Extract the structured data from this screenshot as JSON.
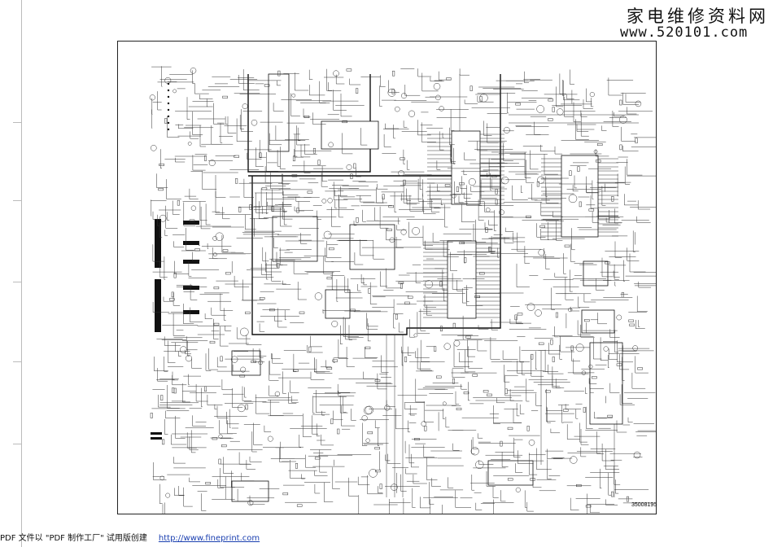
{
  "watermark": {
    "title": "家电维修资料网",
    "url": "www.520101.com"
  },
  "schematic": {
    "doc_number": "35008195"
  },
  "footer": {
    "text": "PDF 文件以 \"PDF 制作工厂\" 试用版创建",
    "link": "http://www.fineprint.com"
  }
}
